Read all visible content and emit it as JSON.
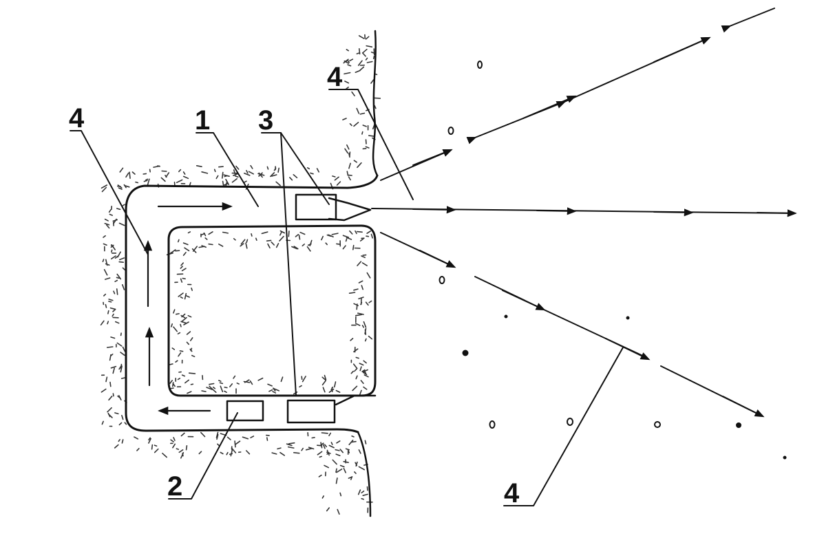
{
  "labels": {
    "channel": "1",
    "sensor": "2",
    "nozzle": "3",
    "flow": "4"
  },
  "colors": {
    "ink": "#111111",
    "paper": "#ffffff"
  }
}
